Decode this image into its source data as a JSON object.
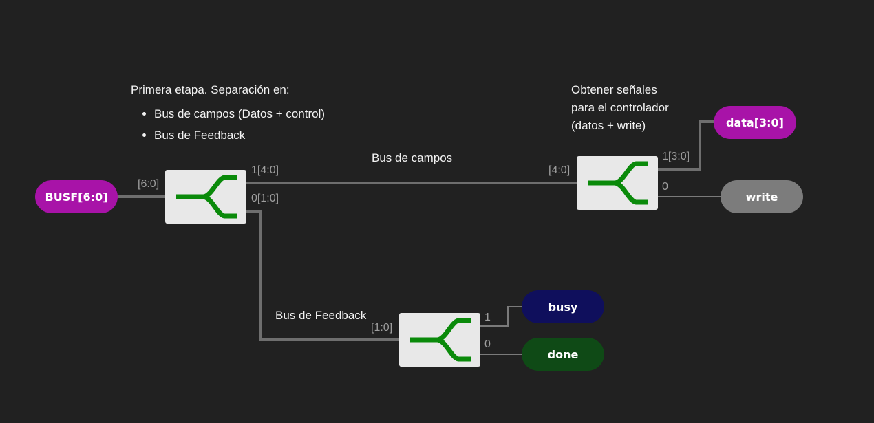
{
  "notes": {
    "first_stage_title": "Primera etapa. Separación en:",
    "first_stage_items": [
      "Bus de campos (Datos + control)",
      "Bus de Feedback"
    ],
    "controller_lines": [
      "Obtener señales",
      "para el controlador",
      "(datos + write)"
    ]
  },
  "wire_labels": {
    "bus_campos": "Bus de campos",
    "bus_feedback": "Bus de Feedback"
  },
  "pins": {
    "busf_in": "[6:0]",
    "split1_out1": "1[4:0]",
    "split1_out0": "0[1:0]",
    "split2_in": "[4:0]",
    "split2_out1": "1[3:0]",
    "split2_out0": "0",
    "split3_in": "[1:0]",
    "split3_out1": "1",
    "split3_out0": "0"
  },
  "ports": {
    "input": {
      "label": "BUSF[6:0]",
      "color": "#a813a8"
    },
    "data": {
      "label": "data[3:0]",
      "color": "#a813a8"
    },
    "write": {
      "label": "write",
      "color": "#7c7c7c"
    },
    "busy": {
      "label": "busy",
      "color": "#0f0f5c"
    },
    "done": {
      "label": "done",
      "color": "#0f4a16"
    }
  },
  "colors": {
    "background": "#212121",
    "wire_bus": "#6e6e6e",
    "wire_single": "#7a7a7a",
    "splitter_body": "#e8e8e8",
    "splitter_icon": "#0a8a0a"
  }
}
